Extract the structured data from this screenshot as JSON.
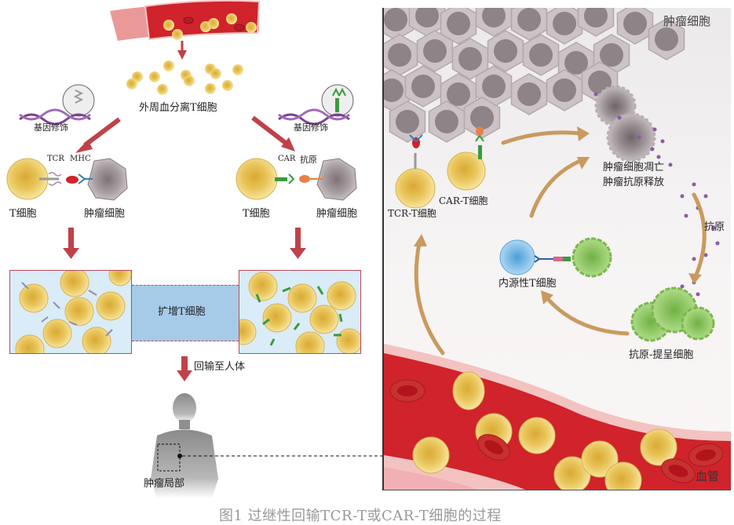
{
  "figure": {
    "caption": "图1  过继性回输TCR-T或CAR-T细胞的过程"
  },
  "left_panel": {
    "isolation_label": "外周血分离T细胞",
    "left_branch": {
      "modification_label": "基因修饰",
      "receptor_label": "TCR",
      "ligand_label": "MHC",
      "t_cell_label": "T细胞",
      "tumor_cell_label": "肿瘤细胞"
    },
    "right_branch": {
      "modification_label": "基因修饰",
      "receptor_label": "CAR",
      "ligand_label": "抗原",
      "t_cell_label": "T细胞",
      "tumor_cell_label": "肿瘤细胞"
    },
    "expansion_label": "扩增T细胞",
    "reinfusion_label": "回输至人体",
    "tumor_site_label": "肿瘤局部"
  },
  "right_panel": {
    "tumor_cells_label": "肿瘤细胞",
    "tcr_t_label": "TCR-T细胞",
    "car_t_label": "CAR-T细胞",
    "apoptosis_label_line1": "肿瘤细胞凋亡",
    "apoptosis_label_line2": "肿瘤抗原释放",
    "antigen_label": "抗原",
    "endogenous_t_label": "内源性T细胞",
    "apc_label": "抗原-提呈细胞",
    "vessel_label": "血管"
  },
  "colors": {
    "arrow_red": "#c0414a",
    "arrow_tan": "#c99a5f",
    "t_cell_yellow": "#eac45a",
    "tumor_gray": "#a89fa3",
    "blood_red": "#d0232b",
    "apc_green": "#8fc85c",
    "endo_t_blue": "#8cc3ea",
    "culture_bg": "#d9ecf7",
    "expand_bg": "#a6cbe8",
    "antigen_purple": "#8c5aa8"
  }
}
